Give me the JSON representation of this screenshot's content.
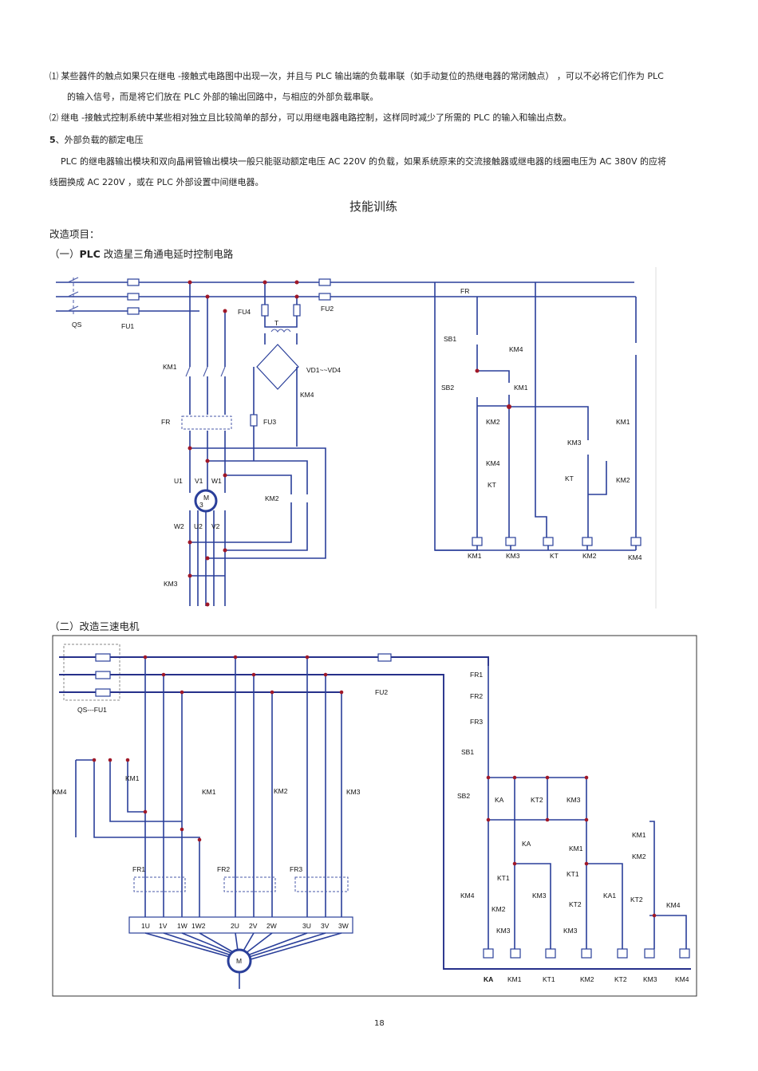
{
  "paragraphs": {
    "p1a": "⑴  某些器件的触点如果只在继电      -接触式电路图中出现一次，并且与         PLC  输出端的负载串联（如手动复位的热继电器的常闭触点）             ，可以不必将它们作为        PLC",
    "p1b": "的输入信号，而是将它们放在         PLC 外部的输出回路中，与相应的外部负载串联。",
    "p2": "⑵  继电 -接触式控制系统中某些相对独立且比较简单的部分，可以用继电器电路控制，这样同时减少了所需的                      PLC 的输入和输出点数。",
    "p3_num": "5",
    "p3_text": "、外部负载的额定电压",
    "p4a": "PLC 的继电器输出模块和双向晶闸管输出模块一般只能驱动额定电压              AC  220V  的负载，如果系统原来的交流接触器或继电器的线圈电压为              AC  380V  的应将",
    "p4b": "线圈换成   AC 220V ，或在   PLC  外部设置中间继电器。"
  },
  "section_title": "技能训练",
  "project_label": "改造项目：",
  "item1": {
    "prefix": "（一）",
    "bold": "PLC",
    "rest": " 改造星三角通电延时控制电路"
  },
  "item2": "（二）改造三速电机",
  "diagram1": {
    "labels": {
      "QS": "QS",
      "FU1": "FU1",
      "FU2": "FU2",
      "FU4": "FU4",
      "T": "T",
      "VD": "VD1~~VD4",
      "KM4_small": "KM4",
      "FU3": "FU3",
      "KM1_main": "KM1",
      "FR_main": "FR",
      "U1": "U1",
      "V1": "V1",
      "W1": "W1",
      "W2": "W2",
      "U2": "U2",
      "V2": "V2",
      "M": "M",
      "M3": "3",
      "KM2_main": "KM2",
      "KM3_main": "KM3",
      "FR_ctl": "FR",
      "SB1": "SB1",
      "KM4_ctl": "KM4",
      "SB2": "SB2",
      "KM1_ctl": "KM1",
      "KM2_ctl": "KM2",
      "KM1_ctl2": "KM1",
      "KM3_ctl": "KM3",
      "KM4_ctl2": "KM4",
      "KT_a": "KT",
      "KT_b": "KT",
      "KM2_ctl2": "KM2",
      "coil_KM1": "KM1",
      "coil_KM3": "KM3",
      "coil_KT": "KT",
      "coil_KM2": "KM2",
      "coil_KM4": "KM4"
    }
  },
  "diagram2": {
    "labels": {
      "QSFU1": "QS---FU1",
      "FU2": "FU2",
      "FR1": "FR1",
      "FR2": "FR2",
      "FR3": "FR3",
      "SB1": "SB1",
      "SB2": "SB2",
      "KA": "KA",
      "KT2": "KT2",
      "KM3": "KM3",
      "KM4_l": "KM4",
      "KM1_l": "KM1",
      "KM1_r": "KM1",
      "KM2_t": "KM2",
      "KM3_t": "KM3",
      "FR1_m": "FR1",
      "FR2_m": "FR2",
      "FR3_m": "FR3",
      "T1U": "1U",
      "T1V": "1V",
      "T1W": "1W",
      "T1W2": "1W2",
      "T2U": "2U",
      "T2V": "2V",
      "T2W": "2W",
      "T3U": "3U",
      "T3V": "3V",
      "T3W": "3W",
      "M": "M",
      "KA2": "KA",
      "KM1_2": "KM1",
      "KM1_3": "KM1",
      "KM2_3": "KM2",
      "KT1_a": "KT1",
      "KT1_b": "KT1",
      "KM4_c": "KM4",
      "KM2_c": "KM2",
      "KM3_c": "KM3",
      "KT2_c": "KT2",
      "KM3_d": "KM3",
      "KA1": "KA1",
      "KT2_d": "KT2",
      "KM4_d": "KM4",
      "coil_KA": "KA",
      "coil_KM1": "KM1",
      "coil_KT1": "KT1",
      "coil_KM2": "KM2",
      "coil_KT2": "KT2",
      "coil_KM3": "KM3",
      "coil_KM4": "KM4"
    }
  },
  "page_number": "18"
}
